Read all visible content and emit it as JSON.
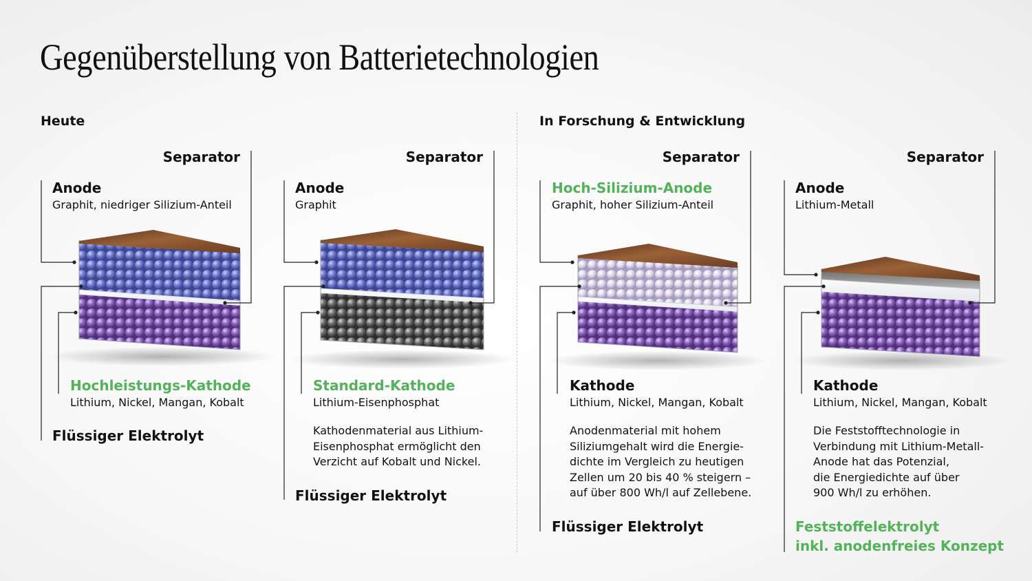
{
  "title": "Gegenüberstellung von Batterietechnologien",
  "sections": {
    "today": "Heute",
    "research": "In Forschung & Entwicklung"
  },
  "colors": {
    "green": "#54b25a",
    "copper": "#7a4a2a",
    "blue_spheres": "#6f79c6",
    "purple_spheres": "#8a63b8",
    "grey_spheres": "#6a6a6a",
    "white_spheres": "#d9d3e6"
  },
  "cells": [
    {
      "separator": "Separator",
      "anode": {
        "label": "Anode",
        "material": "Graphit, niedriger Silizium-Anteil"
      },
      "cathode": {
        "label": "Hochleistungs-Kathode",
        "material": "Lithium, Nickel, Mangan, Kobalt"
      },
      "description": [],
      "electrolyte": [
        "Flüssiger Elektrolyt"
      ]
    },
    {
      "separator": "Separator",
      "anode": {
        "label": "Anode",
        "material": "Graphit"
      },
      "cathode": {
        "label": "Standard-Kathode",
        "material": "Lithium-Eisenphosphat"
      },
      "description": [
        "Kathodenmaterial aus Lithium-",
        "Eisenphosphat ermöglicht den",
        "Verzicht auf Kobalt und Nickel."
      ],
      "electrolyte": [
        "Flüssiger Elektrolyt"
      ]
    },
    {
      "separator": "Separator",
      "anode": {
        "label": "Hoch-Silizium-Anode",
        "material": "Graphit, hoher Silizium-Anteil"
      },
      "cathode": {
        "label": "Kathode",
        "material": "Lithium, Nickel, Mangan, Kobalt"
      },
      "description": [
        "Anodenmaterial mit hohem",
        "Siliziumgehalt wird die Energie-",
        "dichte im Vergleich zu heutigen",
        "Zellen um 20 bis 40 % steigern –",
        "auf über 800 Wh/l auf Zellebene."
      ],
      "electrolyte": [
        "Flüssiger Elektrolyt"
      ]
    },
    {
      "separator": "Separator",
      "anode": {
        "label": "Anode",
        "material": "Lithium-Metall"
      },
      "cathode": {
        "label": "Kathode",
        "material": "Lithium, Nickel, Mangan, Kobalt"
      },
      "description": [
        "Die Feststofftechnologie in",
        "Verbindung mit Lithium-Metall-",
        "Anode hat das Potenzial,",
        "die Energiedichte auf über",
        "900 Wh/l zu erhöhen."
      ],
      "electrolyte": [
        "Feststoffelektrolyt",
        "inkl. anodenfreies Konzept"
      ]
    }
  ]
}
